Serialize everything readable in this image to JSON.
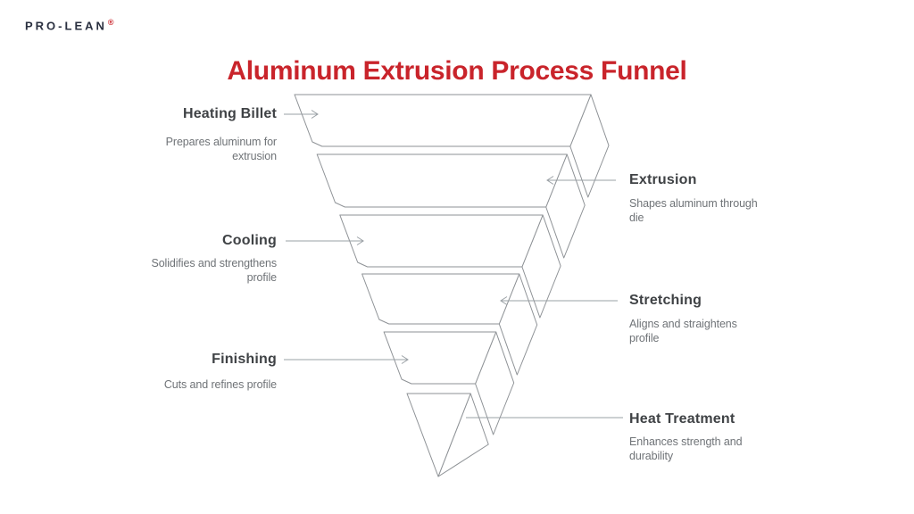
{
  "page": {
    "background": "#ffffff"
  },
  "logo": {
    "text": "PRO-LEAN",
    "registered_mark": "®",
    "color": "#2a3040",
    "mark_color": "#c9242b"
  },
  "title": {
    "text": "Aluminum Extrusion Process Funnel",
    "color": "#c9242b"
  },
  "funnel": {
    "colors": {
      "segment_outline": "#8e9296",
      "segment_fill": "#ffffff",
      "leader_line": "#9aa0a5",
      "step_title": "#3f4245",
      "step_description": "#6f7377"
    },
    "steps": [
      {
        "title": "Heating Billet",
        "description": "Prepares aluminum for extrusion",
        "desc_lines": [
          "Prepares aluminum for",
          "extrusion"
        ],
        "label_side": "left"
      },
      {
        "title": "Extrusion",
        "description": "Shapes aluminum through die",
        "desc_lines": [
          "Shapes aluminum through",
          "die"
        ],
        "label_side": "right"
      },
      {
        "title": "Cooling",
        "description": "Solidifies and strengthens profile",
        "desc_lines": [
          "Solidifies and strengthens",
          "profile"
        ],
        "label_side": "left"
      },
      {
        "title": "Stretching",
        "description": "Aligns and straightens profile",
        "desc_lines": [
          "Aligns and straightens",
          "profile"
        ],
        "label_side": "right"
      },
      {
        "title": "Finishing",
        "description": "Cuts and refines profile",
        "desc_lines": [
          "Cuts and refines profile"
        ],
        "label_side": "left"
      },
      {
        "title": "Heat Treatment",
        "description": "Enhances strength and durability",
        "desc_lines": [
          "Enhances strength and",
          "durability"
        ],
        "label_side": "right"
      }
    ]
  }
}
